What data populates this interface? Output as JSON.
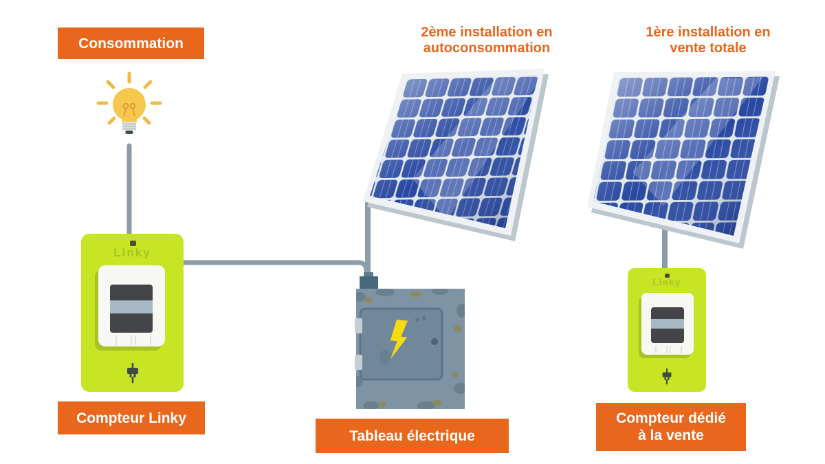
{
  "colors": {
    "accent_orange": "#E8671C",
    "label_text_white": "#FFFFFF",
    "title_orange": "#E8671C",
    "meter_green": "#C7E525",
    "meter_brand_green": "#A9C31D",
    "wire_gray": "#8C9DA9",
    "solar_cell_blue": "#2847A0",
    "panel_frame_white": "#EFF2F5",
    "electrical_box_gray": "#7E94A5",
    "lightning_yellow": "#F6DB13",
    "bulb_yellow": "#F7C84E",
    "screen_dark": "#434549",
    "screen_light": "#A8B9C6"
  },
  "labels": {
    "consumption": "Consommation",
    "linky_meter": "Compteur Linky",
    "electrical_panel": "Tableau électrique",
    "sale_meter": {
      "line1": "Compteur dédié",
      "line2": "à la vente"
    },
    "install_second": {
      "line1": "2ème installation en",
      "line2": "autoconsommation"
    },
    "install_first": {
      "line1": "1ère installation en",
      "line2": "vente totale"
    },
    "linky_brand": "Linky"
  },
  "icons": {
    "lightbulb": "lightbulb-icon",
    "plug": "plug-icon",
    "lightning_bolt": "lightning-bolt-icon",
    "solar_panel": "solar-panel-icon",
    "wire": "wire-line"
  }
}
